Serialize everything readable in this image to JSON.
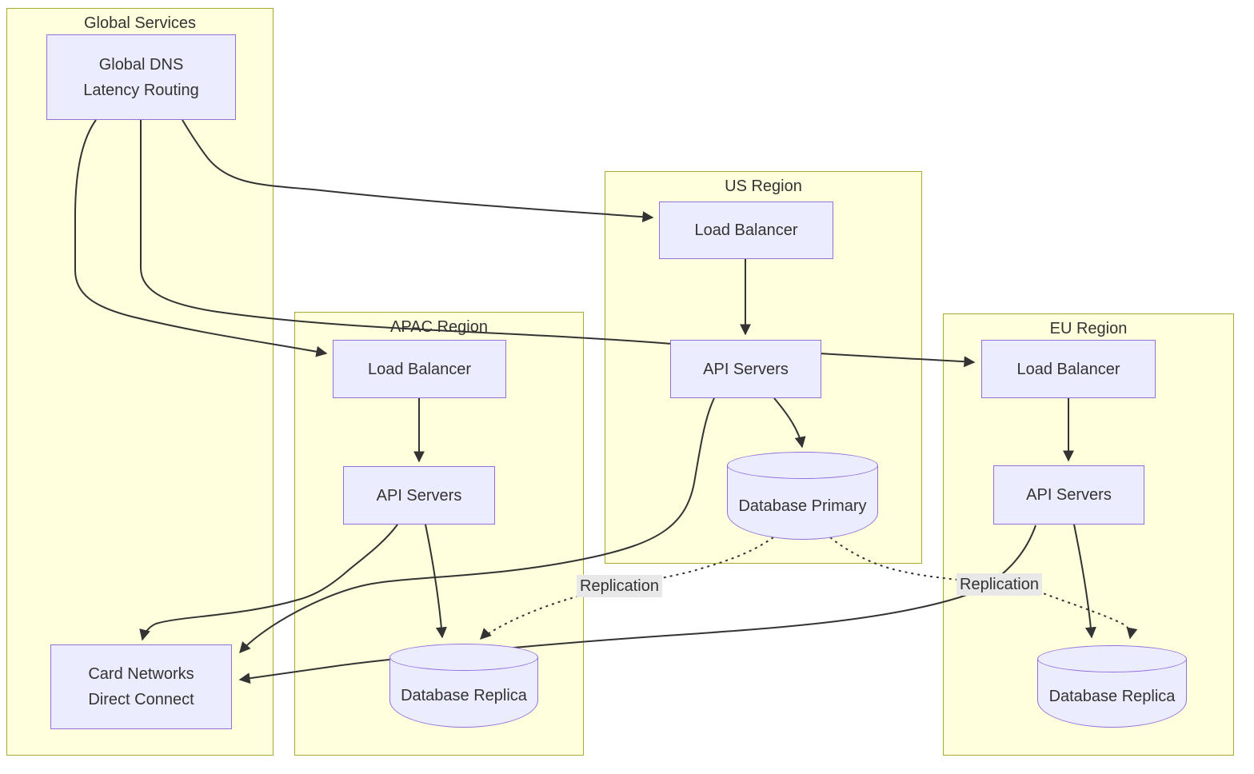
{
  "regions": {
    "global": {
      "title": "Global Services",
      "nodes": {
        "dns": {
          "lines": [
            "Global DNS",
            "Latency Routing"
          ]
        },
        "card": {
          "lines": [
            "Card Networks",
            "Direct Connect"
          ]
        }
      }
    },
    "apac": {
      "title": "APAC Region",
      "nodes": {
        "lb": {
          "label": "Load Balancer"
        },
        "api": {
          "label": "API Servers"
        },
        "db": {
          "label": "Database Replica"
        }
      }
    },
    "us": {
      "title": "US Region",
      "nodes": {
        "lb": {
          "label": "Load Balancer"
        },
        "api": {
          "label": "API Servers"
        },
        "db": {
          "label": "Database Primary"
        }
      }
    },
    "eu": {
      "title": "EU Region",
      "nodes": {
        "lb": {
          "label": "Load Balancer"
        },
        "api": {
          "label": "API Servers"
        },
        "db": {
          "label": "Database Replica"
        }
      }
    }
  },
  "edges": [
    {
      "from": "Global DNS Latency Routing",
      "to": "US Load Balancer",
      "style": "solid",
      "label": ""
    },
    {
      "from": "Global DNS Latency Routing",
      "to": "APAC Load Balancer",
      "style": "solid",
      "label": ""
    },
    {
      "from": "Global DNS Latency Routing",
      "to": "EU Load Balancer",
      "style": "solid",
      "label": ""
    },
    {
      "from": "US Load Balancer",
      "to": "US API Servers",
      "style": "solid",
      "label": ""
    },
    {
      "from": "APAC Load Balancer",
      "to": "APAC API Servers",
      "style": "solid",
      "label": ""
    },
    {
      "from": "EU Load Balancer",
      "to": "EU API Servers",
      "style": "solid",
      "label": ""
    },
    {
      "from": "US API Servers",
      "to": "Database Primary",
      "style": "solid",
      "label": ""
    },
    {
      "from": "APAC API Servers",
      "to": "APAC Database Replica",
      "style": "solid",
      "label": ""
    },
    {
      "from": "EU API Servers",
      "to": "EU Database Replica",
      "style": "solid",
      "label": ""
    },
    {
      "from": "US API Servers",
      "to": "Card Networks Direct Connect",
      "style": "solid",
      "label": ""
    },
    {
      "from": "APAC API Servers",
      "to": "Card Networks Direct Connect",
      "style": "solid",
      "label": ""
    },
    {
      "from": "EU API Servers",
      "to": "Card Networks Direct Connect",
      "style": "solid",
      "label": ""
    },
    {
      "from": "Database Primary",
      "to": "APAC Database Replica",
      "style": "dashed",
      "label": "Replication"
    },
    {
      "from": "Database Primary",
      "to": "EU Database Replica",
      "style": "dashed",
      "label": "Replication"
    }
  ],
  "colors": {
    "region_fill": "#ffffde",
    "region_border": "#aaaa33",
    "node_fill": "#ececff",
    "node_border": "#9370db",
    "edge": "#333333",
    "edge_label_bg": "#e8e8e8",
    "text": "#333333"
  }
}
